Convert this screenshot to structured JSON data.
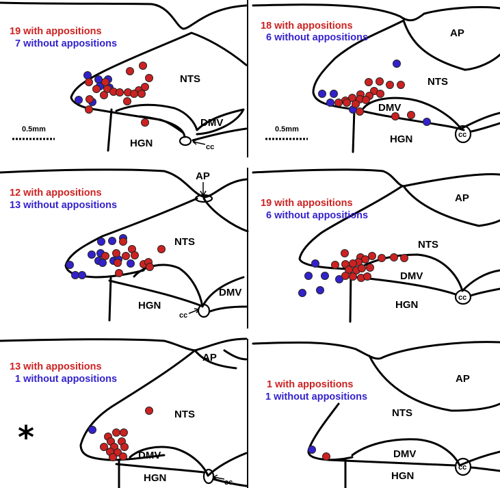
{
  "colors": {
    "with": "#cc2222",
    "without": "#3322cc",
    "outline": "#000000"
  },
  "scale_label": "0.5mm",
  "asterisk": "*",
  "panels": [
    {
      "with_text": "19 with appositions",
      "without_text": "7 without appositions",
      "labels": {
        "nts": "NTS",
        "dmv": "DMV",
        "hgn": "HGN",
        "cc": "cc"
      },
      "with_count": 19,
      "without_count": 7
    },
    {
      "with_text": "18 with appositions",
      "without_text": "6 without appositions",
      "labels": {
        "ap": "AP",
        "nts": "NTS",
        "dmv": "DMV",
        "hgn": "HGN",
        "cc": "cc"
      },
      "with_count": 18,
      "without_count": 6
    },
    {
      "with_text": "12 with appositions",
      "without_text": "13 without appositions",
      "labels": {
        "ap": "AP",
        "nts": "NTS",
        "dmv": "DMV",
        "hgn": "HGN",
        "cc": "cc"
      },
      "with_count": 12,
      "without_count": 13
    },
    {
      "with_text": "19 with appositions",
      "without_text": "6 without appositions",
      "labels": {
        "ap": "AP",
        "nts": "NTS",
        "dmv": "DMV",
        "hgn": "HGN",
        "cc": "cc"
      },
      "with_count": 19,
      "without_count": 6
    },
    {
      "with_text": "13 with appositions",
      "without_text": "1 without appositions",
      "labels": {
        "ap": "AP",
        "nts": "NTS",
        "dmv": "DMV",
        "hgn": "HGN",
        "cc": "cc"
      },
      "with_count": 13,
      "without_count": 1
    },
    {
      "with_text": "1 with appositions",
      "without_text": "1 without appositions",
      "labels": {
        "ap": "AP",
        "nts": "NTS",
        "dmv": "DMV",
        "hgn": "HGN",
        "cc": "cc"
      },
      "with_count": 1,
      "without_count": 1
    }
  ]
}
